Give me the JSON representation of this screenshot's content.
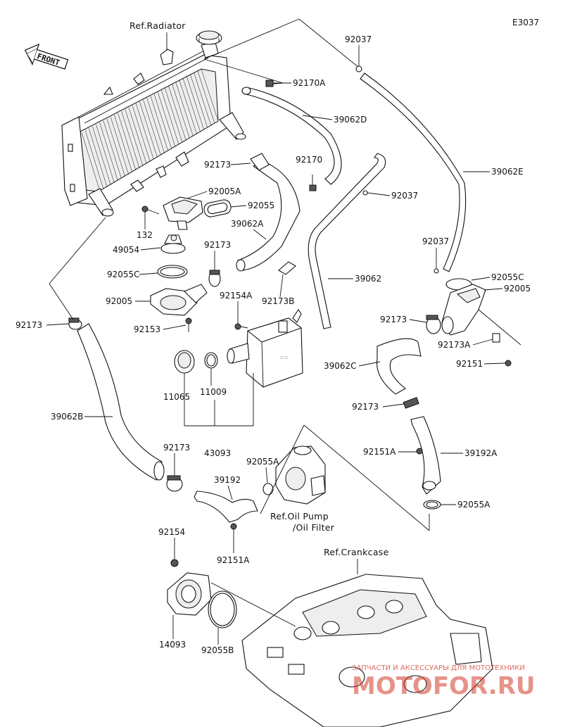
{
  "diagram_code": "E3037",
  "front_label": "FRONT",
  "refs": {
    "radiator": "Ref.Radiator",
    "oil_pump_line1": "Ref.Oil Pump",
    "oil_pump_line2": "/Oil Filter",
    "crankcase": "Ref.Crankcase"
  },
  "parts": {
    "p92037_top": "92037",
    "p92170A": "92170A",
    "p39062D": "39062D",
    "p39062E": "39062E",
    "p92170": "92170",
    "p92037_mid": "92037",
    "p92173_a": "92173",
    "p92005A": "92005A",
    "p92055": "92055",
    "p132": "132",
    "p39062A": "39062A",
    "p49054": "49054",
    "p92173_b": "92173",
    "p92037_right": "92037",
    "p92055C_left": "92055C",
    "p39062": "39062",
    "p92055C_right": "92055C",
    "p92005_right": "92005",
    "p92005_left": "92005",
    "p92154A": "92154A",
    "p92173B": "92173B",
    "p92173_c": "92173",
    "p92153": "92153",
    "p92173_left": "92173",
    "p92173A": "92173A",
    "p92151": "92151",
    "p39062C": "39062C",
    "p11065": "11065",
    "p11009": "11009",
    "p92173_d": "92173",
    "p39062B": "39062B",
    "p43093": "43093",
    "p92151A_right": "92151A",
    "p39192A": "39192A",
    "p92173_e": "92173",
    "p92055A_left": "92055A",
    "p39192": "39192",
    "p92055A_right": "92055A",
    "p92154": "92154",
    "p92151A_bottom": "92151A",
    "p14093": "14093",
    "p92055B": "92055B"
  },
  "watermark": {
    "line1": "ЗАПЧАСТИ И АКСЕССУАРЫ ДЛЯ МОТОТЕХНИКИ",
    "brand": "MOTOFOR.RU"
  }
}
